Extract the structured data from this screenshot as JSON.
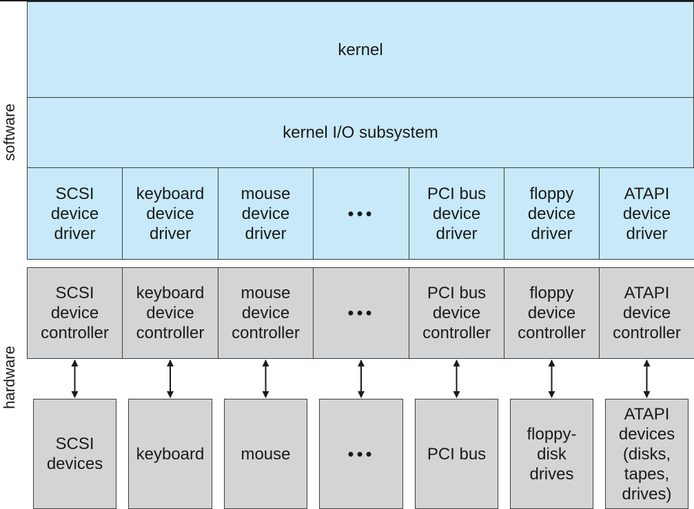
{
  "sections": {
    "software_label": "software",
    "hardware_label": "hardware"
  },
  "layers": {
    "kernel": "kernel",
    "io_subsystem": "kernel I/O subsystem"
  },
  "columns": [
    {
      "driver": "SCSI\ndevice\ndriver",
      "controller": "SCSI\ndevice\ncontroller",
      "device": "SCSI\ndevices"
    },
    {
      "driver": "keyboard\ndevice\ndriver",
      "controller": "keyboard\ndevice\ncontroller",
      "device": "keyboard"
    },
    {
      "driver": "mouse\ndevice\ndriver",
      "controller": "mouse\ndevice\ncontroller",
      "device": "mouse"
    },
    {
      "driver": "•••",
      "controller": "•••",
      "device": "•••"
    },
    {
      "driver": "PCI bus\ndevice\ndriver",
      "controller": "PCI bus\ndevice\ncontroller",
      "device": "PCI bus"
    },
    {
      "driver": "floppy\ndevice\ndriver",
      "controller": "floppy\ndevice\ncontroller",
      "device": "floppy-\ndisk\ndrives"
    },
    {
      "driver": "ATAPI\ndevice\ndriver",
      "controller": "ATAPI\ndevice\ncontroller",
      "device": "ATAPI\ndevices\n(disks,\ntapes,\ndrives)"
    }
  ],
  "colors": {
    "software": "#c7e9f9",
    "hardware": "#d3d4d5",
    "line": "#1a1a1a"
  }
}
